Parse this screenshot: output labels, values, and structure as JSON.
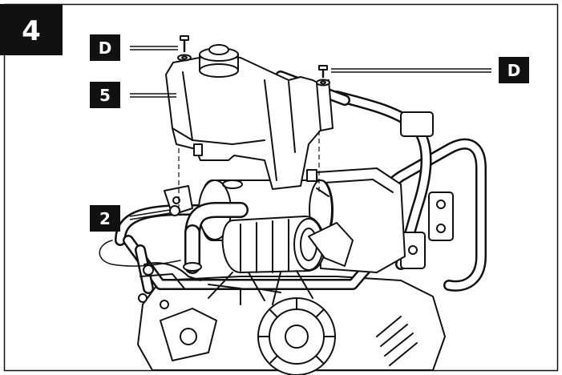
{
  "step": {
    "number": "4"
  },
  "callouts": [
    {
      "id": "d-left",
      "label": "D"
    },
    {
      "id": "d-right",
      "label": "D"
    },
    {
      "id": "part-5",
      "label": "5"
    },
    {
      "id": "part-2",
      "label": "2"
    }
  ],
  "colors": {
    "ink": "#111111",
    "badge": "#111111",
    "paper": "#ffffff"
  }
}
